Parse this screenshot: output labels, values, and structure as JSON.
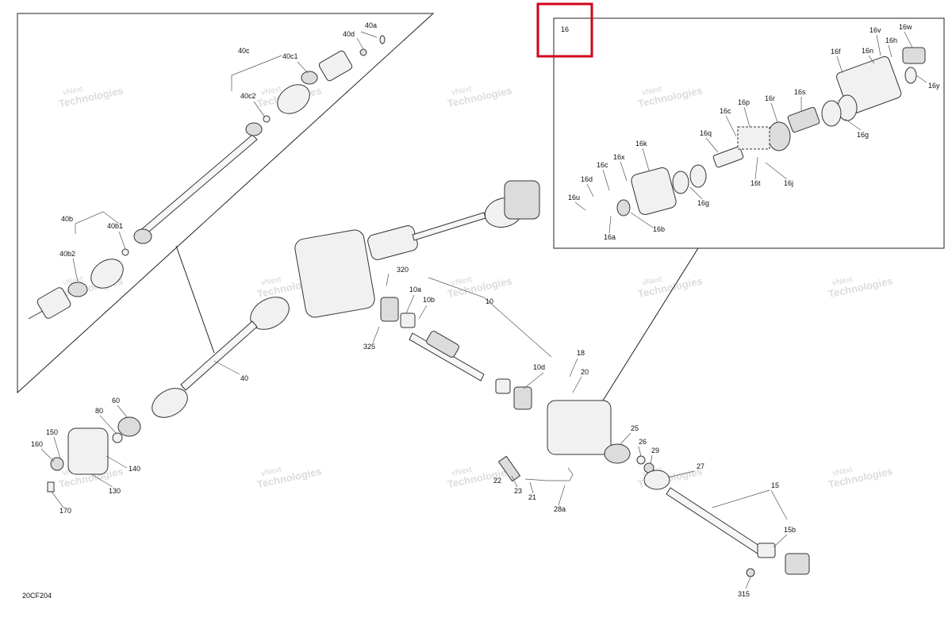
{
  "diagram_code": "20CF204",
  "highlight": {
    "label": "16",
    "color": "#d0021b"
  },
  "watermark": {
    "line1": "vNext",
    "line2": "Technologies"
  },
  "labels": {
    "l40a": "40a",
    "l40d": "40d",
    "l40c": "40c",
    "l40c1": "40c1",
    "l40c2": "40c2",
    "l40b": "40b",
    "l40b1": "40b1",
    "l40b2": "40b2",
    "l40": "40",
    "l16": "16",
    "l16w": "16w",
    "l16v": "16v",
    "l16h": "16h",
    "l16n": "16n",
    "l16f": "16f",
    "l16y": "16y",
    "l16s": "16s",
    "l16r": "16r",
    "l16p": "16p",
    "l16c_top": "16c",
    "l16q": "16q",
    "l16g_r": "16g",
    "l16k": "16k",
    "l16x": "16x",
    "l16c_left": "16c",
    "l16d": "16d",
    "l16u": "16u",
    "l16t": "16t",
    "l16j": "16j",
    "l16g_l": "16g",
    "l16b": "16b",
    "l16a": "16a",
    "l320": "320",
    "l10a": "10a",
    "l10b": "10b",
    "l10": "10",
    "l325": "325",
    "l10d": "10d",
    "l18": "18",
    "l20": "20",
    "l25": "25",
    "l26": "26",
    "l29": "29",
    "l27": "27",
    "l15": "15",
    "l15b": "15b",
    "l315": "315",
    "l23": "23",
    "l21": "21",
    "l22": "22",
    "l28a": "28a",
    "l60": "60",
    "l80": "80",
    "l150": "150",
    "l160": "160",
    "l140": "140",
    "l130": "130",
    "l170": "170"
  }
}
